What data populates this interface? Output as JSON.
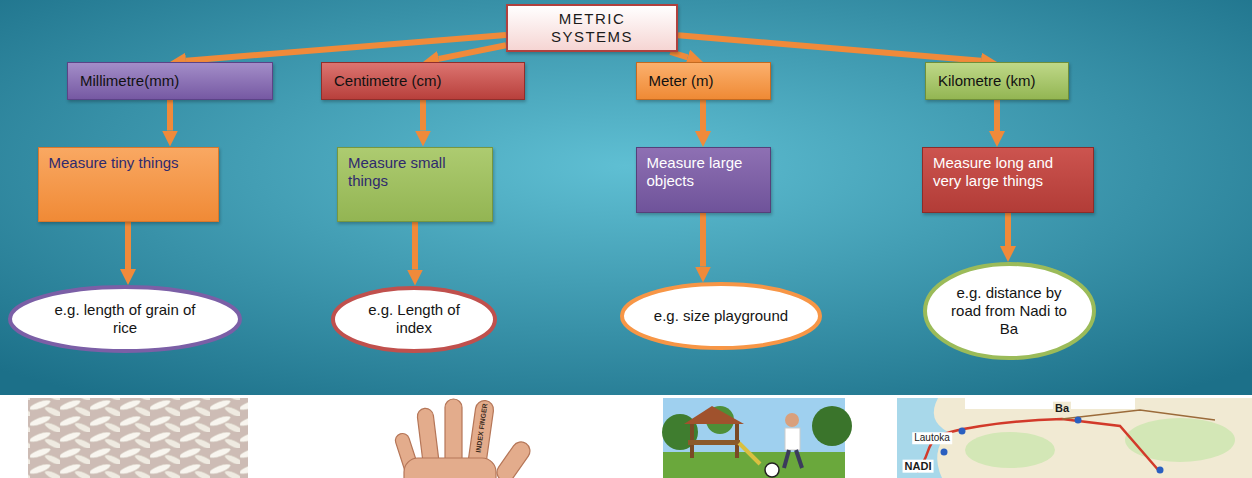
{
  "diagram": {
    "nodes": [
      {
        "text": [
          "METRIC SYSTEMS"
        ]
      },
      {
        "text": [
          "Millimetre(mm)"
        ]
      },
      {
        "text": [
          "Centimetre (cm)"
        ]
      },
      {
        "text": [
          "Meter (m)"
        ]
      },
      {
        "text": [
          "Kilometre (km)"
        ]
      },
      {
        "text": [
          "Measure tiny things"
        ]
      },
      {
        "text": [
          "Measure small things"
        ]
      },
      {
        "text": [
          "Measure large objects"
        ]
      },
      {
        "text": [
          "Measure long and very large things"
        ]
      },
      {
        "text": [
          "e.g. length of grain of rice"
        ]
      },
      {
        "text": [
          "e.g. Length of index"
        ]
      },
      {
        "text": [
          "e.g. size playground"
        ]
      },
      {
        "text": [
          "e.g. distance by road from Nadi to Ba"
        ]
      }
    ],
    "edges": [
      {
        "from": 0,
        "to": 1,
        "arrow": "to"
      },
      {
        "from": 0,
        "to": 2,
        "arrow": "to"
      },
      {
        "from": 0,
        "to": 3,
        "arrow": "to"
      },
      {
        "from": 0,
        "to": 4,
        "arrow": "to"
      },
      {
        "from": 1,
        "to": 5,
        "arrow": "to"
      },
      {
        "from": 2,
        "to": 6,
        "arrow": "to"
      },
      {
        "from": 3,
        "to": 7,
        "arrow": "to"
      },
      {
        "from": 4,
        "to": 8,
        "arrow": "to"
      },
      {
        "from": 5,
        "to": 9,
        "arrow": "to"
      },
      {
        "from": 6,
        "to": 10,
        "arrow": "to"
      },
      {
        "from": 7,
        "to": 11,
        "arrow": "to"
      },
      {
        "from": 8,
        "to": 12,
        "arrow": "to"
      }
    ],
    "labels": [
      "INDEX FINGER",
      "Ba",
      "Lautoka",
      "NADI"
    ]
  }
}
